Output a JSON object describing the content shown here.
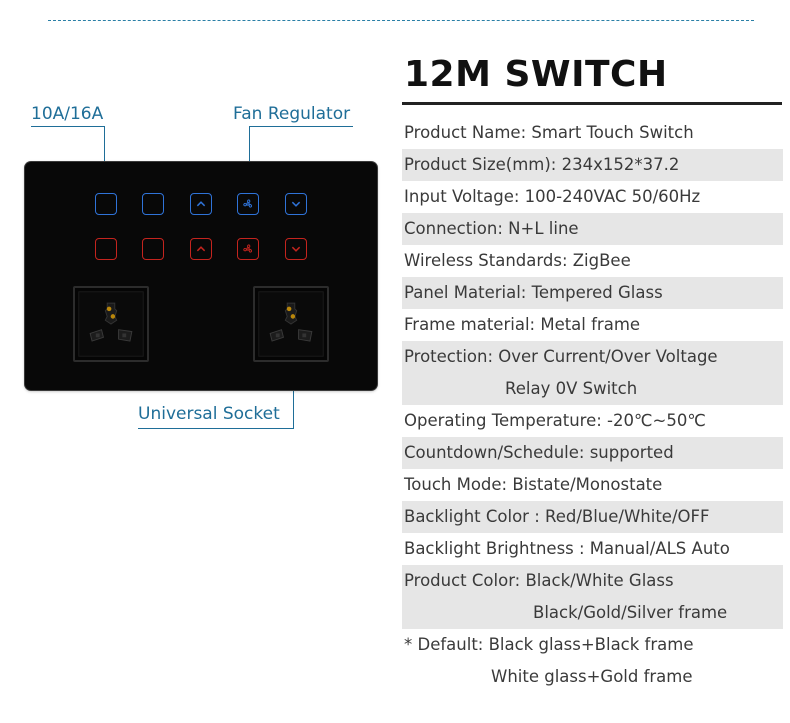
{
  "title": "12M SWITCH",
  "specs": [
    "Product Name: Smart Touch Switch",
    "Product Size(mm): 234x152*37.2",
    "Input Voltage: 100-240VAC 50/60Hz",
    "Connection: N+L line",
    "Wireless Standards:  ZigBee",
    "Panel Material: Tempered Glass",
    "Frame material: Metal frame",
    "Protection: Over Current/Over Voltage",
    "Relay 0V Switch",
    "Operating Temperature: -20℃~50℃",
    "Countdown/Schedule: supported",
    "Touch Mode: Bistate/Monostate",
    "Backlight Color : Red/Blue/White/OFF",
    "Backlight Brightness : Manual/ALS Auto",
    "Product Color: Black/White Glass",
    "Black/Gold/Silver frame",
    "* Default: Black glass+Black frame",
    "White glass+Gold frame"
  ],
  "callouts": {
    "current": "10A/16A",
    "fan": "Fan Regulator",
    "socket": "Universal Socket"
  },
  "colors": {
    "accent_blue": "#1f6e98",
    "touch_blue": "#2f73d8",
    "touch_red": "#c4241e",
    "panel": "#080808",
    "row_shade": "#e6e6e6"
  },
  "panel_buttons": {
    "top_row": [
      "square",
      "square",
      "chevron-up-icon",
      "fan-icon",
      "chevron-down-icon"
    ],
    "bottom_row": [
      "square",
      "square",
      "chevron-up-icon",
      "fan-icon",
      "chevron-down-icon"
    ]
  }
}
